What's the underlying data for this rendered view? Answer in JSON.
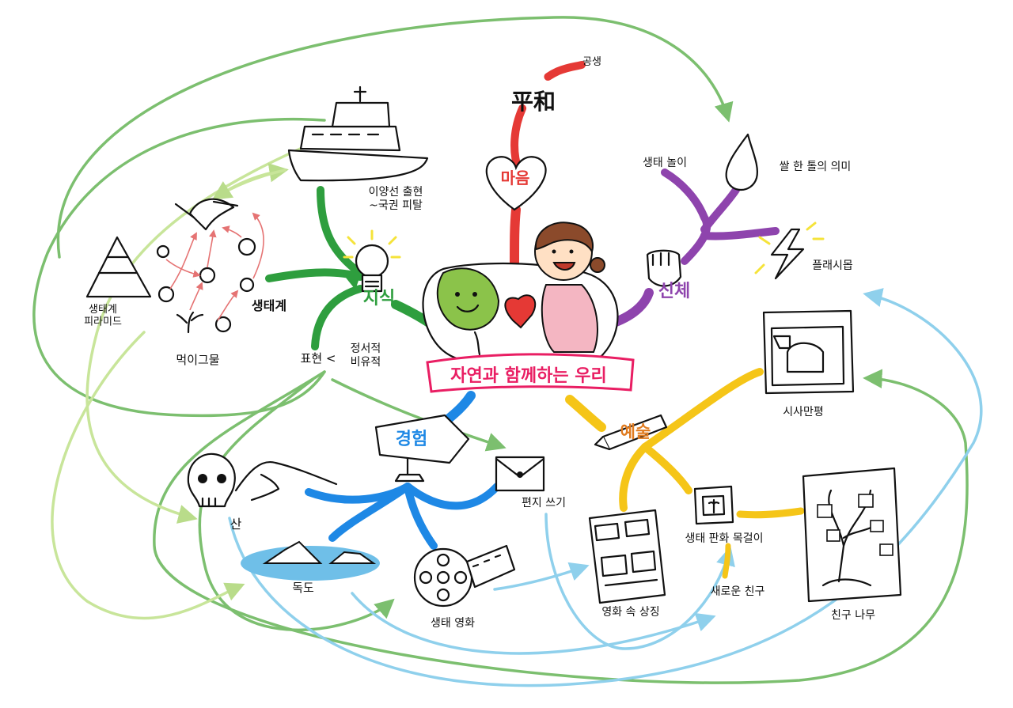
{
  "center": {
    "title": "자연과 함께하는 우리"
  },
  "branches": {
    "heart": {
      "label": "마음",
      "peace": "平和",
      "sub": "공생",
      "color": "#e53935"
    },
    "body": {
      "label": "신체",
      "play": "생태 놀이",
      "rice": "쌀 한 톨의 의미",
      "flash": "플래시몹",
      "color": "#8e44ad"
    },
    "knowledge": {
      "label": "지식",
      "ecosystem": "생태계",
      "ship": "이양선 출현\n~국권 피탈",
      "pyramid": "생태계\n피라미드",
      "foodweb": "먹이그물",
      "expression": "표현 <",
      "expression_types": "정서적\n비유적",
      "color": "#2e9e3e"
    },
    "experience": {
      "label": "경험",
      "mountain": "산",
      "dokdo": "독도",
      "film": "생태 영화",
      "letter": "편지 쓰기",
      "color": "#1e88e5"
    },
    "art": {
      "label": "예술",
      "cartoon": "시사만평",
      "necklace": "생태 판화 목걸이",
      "symbol": "영화 속 상징",
      "newfriend": "새로운 친구",
      "tree": "친구 나무",
      "color": "#f5c518"
    }
  },
  "link_colors": {
    "green": "#7cbf6f",
    "lightgreen": "#c8e59a",
    "blue": "#8fd0ec"
  }
}
